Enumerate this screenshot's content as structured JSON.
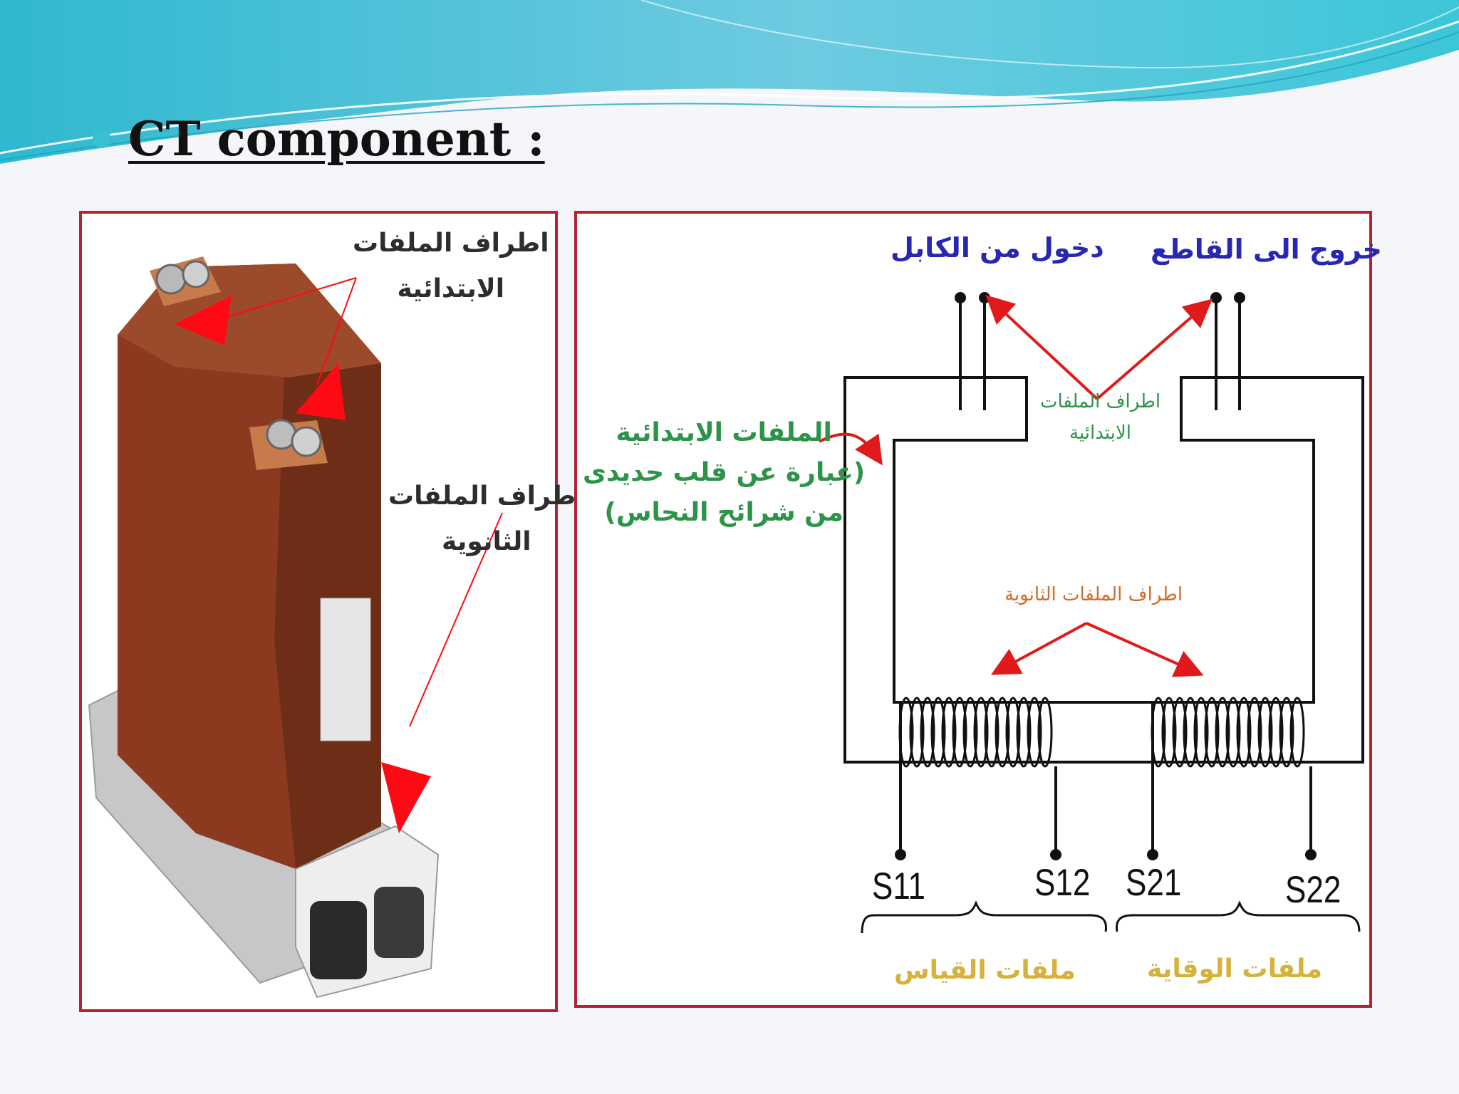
{
  "slide": {
    "title": "CT component :",
    "accent_color": "#3bbfd3"
  },
  "photo_panel": {
    "primary_terminals_label": [
      "اطراف الملفات",
      "الابتدائية"
    ],
    "secondary_terminals_label": [
      "اطراف الملفات",
      "الثانوية"
    ],
    "body_color": "#8b3a1f",
    "arrow_color": "#ff0a14"
  },
  "diagram_panel": {
    "cable_in_label": "دخول من الكابل",
    "breaker_out_label": "خروج الى القاطع",
    "primary_winding_label": [
      "الملفات الابتدائية",
      "(عبارة عن قلب حديدى",
      "من شرائح النحاس)"
    ],
    "primary_terminals_label": [
      "اطراف الملفات",
      "الابتدائية"
    ],
    "secondary_terminals_label": "اطراف الملفات الثانوية",
    "terminals": [
      "S11",
      "S12",
      "S21",
      "S22"
    ],
    "measurement_coils_label": "ملفات القياس",
    "protection_coils_label": "ملفات الوقاية",
    "colors": {
      "cable_in": "#2727b4",
      "primary_label": "#2c9448",
      "secondary_label": "#d06c26",
      "coil_group_label": "#d5b23a",
      "arrows": "#e01a1a"
    }
  }
}
